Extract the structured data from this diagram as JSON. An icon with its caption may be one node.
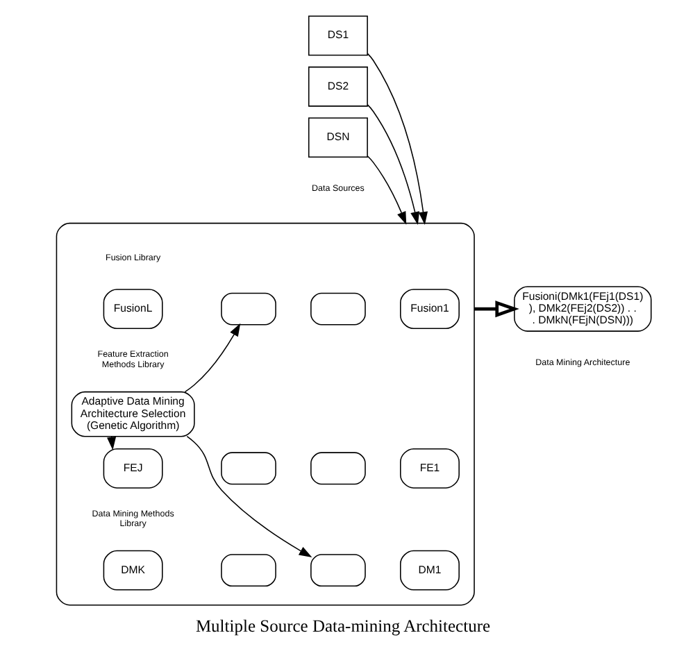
{
  "diagram": {
    "caption": "Multiple Source Data-mining Architecture",
    "nodes": [
      {
        "text": [
          "DS1"
        ]
      },
      {
        "text": [
          "DS2"
        ]
      },
      {
        "text": [
          "DSN"
        ]
      },
      {
        "text": [],
        "shape": "box"
      },
      {
        "text": [
          "Fusion1"
        ],
        "in": 3
      },
      {
        "text": [],
        "shape": "box",
        "in": 3
      },
      {
        "text": [],
        "shape": "box",
        "in": 3
      },
      {
        "text": [
          "FusionL"
        ],
        "in": 3
      },
      {
        "text": [
          "Adaptive Data Mining Architecture Selection (Genetic Algorithm)"
        ],
        "in": 3
      },
      {
        "text": [
          "FE1"
        ],
        "in": 3
      },
      {
        "text": [],
        "shape": "box",
        "in": 3
      },
      {
        "text": [],
        "shape": "box",
        "in": 3
      },
      {
        "text": [
          "FEJ"
        ],
        "in": 3
      },
      {
        "text": [
          "DM1"
        ],
        "in": 3
      },
      {
        "text": [],
        "shape": "box",
        "in": 3
      },
      {
        "text": [],
        "shape": "box",
        "in": 3
      },
      {
        "text": [
          "DMK"
        ],
        "in": 3
      },
      {
        "text": [
          "Fusioni(DMk1(FEj1(DS1)), DMk2(FEj2(DS2)) . . . DMkN(FEjN(DSN)))"
        ],
        "beside": [
          "Data Mining Architecture"
        ]
      }
    ],
    "edges": [
      {
        "from": 0,
        "to": 3,
        "arrow": "to"
      },
      {
        "from": 1,
        "to": 3,
        "arrow": "to"
      },
      {
        "from": 2,
        "to": 3,
        "arrow": "to"
      },
      {
        "from": 8,
        "to": 6,
        "arrow": "to"
      },
      {
        "from": 8,
        "to": 12,
        "arrow": "to"
      },
      {
        "from": 8,
        "to": 14,
        "arrow": "to"
      },
      {
        "from": 3,
        "to": 17,
        "arrow": "to",
        "style": "thick"
      }
    ],
    "labels": [
      "Fusion Library",
      "Feature Extraction Methods Library",
      "Data Mining Methods Library",
      "Data Sources"
    ]
  }
}
